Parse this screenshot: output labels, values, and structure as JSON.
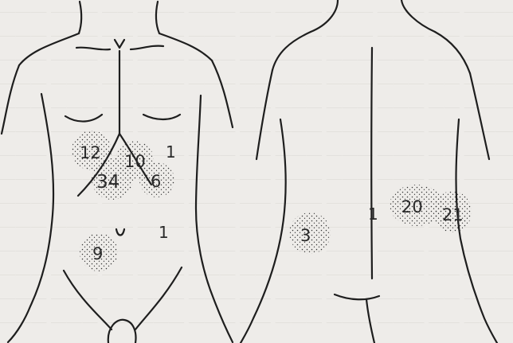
{
  "figure": {
    "front_view": {
      "labels": {
        "l12": "12",
        "l10": "10",
        "l34": "34",
        "l6": "6",
        "l9": "9",
        "l1a": "1",
        "l1b": "1"
      }
    },
    "back_view": {
      "labels": {
        "l3": "3",
        "l1": "1",
        "l20": "20",
        "l21": "21"
      }
    }
  }
}
